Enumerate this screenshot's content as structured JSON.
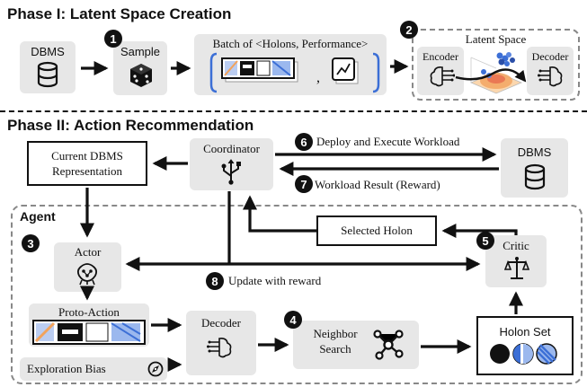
{
  "phase1": {
    "title": "Phase I: Latent Space Creation",
    "dbms_label": "DBMS",
    "sample_label": "Sample",
    "batch_label": "Batch of <Holons, Performance>",
    "batch_comma": ",",
    "latent_label": "Latent Space",
    "encoder_label": "Encoder",
    "decoder_label": "Decoder"
  },
  "phase2": {
    "title": "Phase II: Action Recommendation",
    "current_dbms": "Current DBMS Representation",
    "coordinator": "Coordinator",
    "dbms_label": "DBMS",
    "deploy_label": "Deploy and Execute Workload",
    "workload_result": "Workload Result (Reward)",
    "agent_label": "Agent",
    "selected_holon": "Selected Holon",
    "actor": "Actor",
    "critic": "Critic",
    "update_label": "Update with reward",
    "proto_action": "Proto-Action",
    "decoder": "Decoder",
    "neighbor_search_1": "Neighbor",
    "neighbor_search_2": "Search",
    "holon_set": "Holon Set",
    "exploration_bias": "Exploration Bias"
  },
  "steps": {
    "s1": "1",
    "s2": "2",
    "s3": "3",
    "s4": "4",
    "s5": "5",
    "s6": "6",
    "s7": "7",
    "s8": "8"
  },
  "colors": {
    "box_gray": "#e7e7e7",
    "accent_blue": "#3c6fd6",
    "accent_orange": "#f2a35c",
    "dash": "#777777"
  },
  "icons": [
    "database-icon",
    "dice-icon",
    "brain-icon",
    "usb-icon",
    "network-icon",
    "scale-icon",
    "compass-icon",
    "chart-icon"
  ]
}
